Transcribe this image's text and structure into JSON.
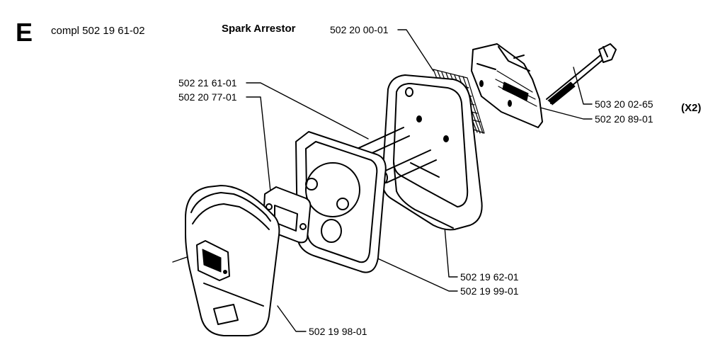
{
  "header": {
    "section_letter": "E",
    "assembly_ref": "compl 502 19 61-02",
    "title": "Spark Arrestor"
  },
  "parts": [
    {
      "id": "502 20 00-01"
    },
    {
      "id": "502 21 61-01"
    },
    {
      "id": "502 20 77-01"
    },
    {
      "id": "503 20 02-65"
    },
    {
      "id": "502 20 89-01"
    },
    {
      "id": "502 19 62-01"
    },
    {
      "id": "502 19 99-01"
    },
    {
      "id": "502 19 98-01"
    }
  ],
  "quantity_note": "(X2)",
  "line_color": "#000000",
  "background_color": "#ffffff"
}
